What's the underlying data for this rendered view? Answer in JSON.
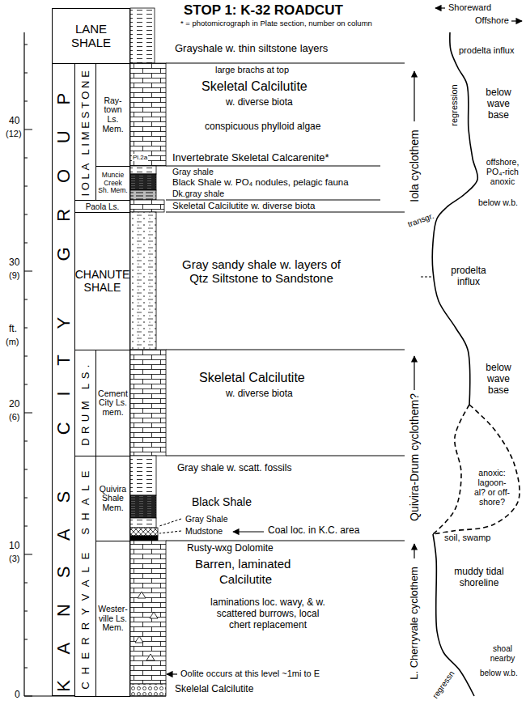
{
  "diagram": {
    "title": "STOP 1: K-32 ROADCUT",
    "nodes": [
      {
        "text": [
          "KANSAS CITY GROUP"
        ]
      },
      {
        "text": [
          "LANE SHALE"
        ]
      },
      {
        "text": [
          "IOLA LIMESTONE"
        ]
      },
      {
        "text": [
          "Ray- town Ls. Mem."
        ]
      },
      {
        "text": [
          "Muncie Creek Sh. Mem."
        ]
      },
      {
        "text": [
          "Paola Ls."
        ]
      },
      {
        "text": [
          "CHANUTE SHALE"
        ]
      },
      {
        "text": [
          "DRUM LS."
        ]
      },
      {
        "text": [
          "Cement City Ls. mem."
        ]
      },
      {
        "text": [
          "CHERRYVALE SHALE"
        ]
      },
      {
        "text": [
          "Quivira Shale Mem."
        ]
      },
      {
        "text": [
          "Wester- ville Ls. Mem."
        ]
      }
    ],
    "labels": [
      "* = photomicrograph in Plate section, number on column",
      "Shoreward",
      "Offshore",
      "0",
      "10",
      "(3)",
      "20",
      "(6)",
      "30",
      "(9)",
      "40",
      "(12)",
      "ft.",
      "(m)",
      "Grayshale w. thin siltstone layers",
      "large brachs at top",
      "Skeletal Calcilutite",
      "w. diverse biota",
      "conspicuous phylloid algae",
      "Pl.2a",
      "Invertebrate Skeletal Calcarenite*",
      "Gray shale",
      "Black Shale w. PO₄ nodules, pelagic fauna",
      "Dk.gray shale",
      "Skeletal Calcilutite w. diverse biota",
      "Gray sandy shale w. layers of Qtz Siltstone to Sandstone",
      "Skeletal Calcilutite",
      "w. diverse biota",
      "Gray shale w. scatt. fossils",
      "Black Shale",
      "Gray Shale",
      "Mudstone",
      "Coal loc. in K.C. area",
      "Rusty-wxg Dolomite",
      "Barren, laminated",
      "Calcilutite",
      "laminations loc. wavy, & w. scattered burrows, local chert replacement",
      "Oolite occurs at this level ~1mi to E",
      "Skelelal Calcilutite",
      "prodelta influx",
      "regression",
      "below wave base",
      "Iola cyclothem",
      "offshore, PO₄-rich anoxic",
      "transgr.",
      "below w.b.",
      "prodelta influx",
      "Quivira-Drum cyclothem?",
      "below wave base",
      "anoxic: lagoon- al? or off- shore?",
      "soil, swamp",
      "L. Cherryvale cyclothem",
      "muddy tidal shoreline",
      "shoal nearby",
      "below w.b.",
      "regressn"
    ]
  }
}
